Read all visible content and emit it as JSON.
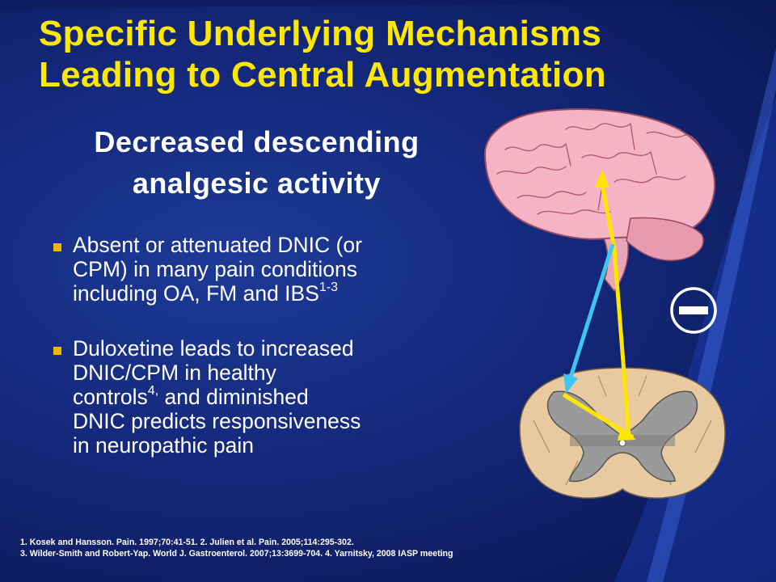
{
  "slide": {
    "title_lines": [
      "Specific Underlying Mechanisms",
      "Leading to Central Augmentation"
    ],
    "subtitle_lines": [
      "Decreased descending",
      "analgesic activity"
    ],
    "bullets": [
      {
        "lines": [
          {
            "text": "Absent or attenuated DNIC (or"
          },
          {
            "text": "CPM) in many pain conditions"
          },
          {
            "text": "including OA, FM and IBS",
            "sup": "1-3"
          }
        ]
      },
      {
        "lines": [
          {
            "text": "Duloxetine leads to increased"
          },
          {
            "text": "DNIC/CPM in healthy"
          },
          {
            "text": "controls",
            "sup": "4,",
            "after": " and diminished"
          },
          {
            "text": "DNIC predicts responsiveness"
          },
          {
            "text": "in neuropathic pain"
          }
        ]
      }
    ],
    "references": [
      "1. Kosek and Hansson. Pain. 1997;70:41-51.  2. Julien et al. Pain. 2005;114:295-302.",
      "3. Wilder-Smith and Robert-Yap. World J. Gastroenterol. 2007;13:3699-704.  4. Yarnitsky, 2008 IASP meeting"
    ]
  },
  "colors": {
    "background": "#14287a",
    "title": "#ffe800",
    "text": "#ffffff",
    "bullet_marker": "#f2b700",
    "ascending_arrow": "#ffe600",
    "descending_arrow": "#3ec6f2",
    "brain": "#f5b3c6",
    "spinal_cord": "#e8c9a0"
  },
  "diagram": {
    "elements": [
      "brain-illustration",
      "spinal-cord-cross-section",
      "ascending-pathway-arrow",
      "descending-pathway-arrow",
      "inhibition-minus-icon"
    ]
  }
}
